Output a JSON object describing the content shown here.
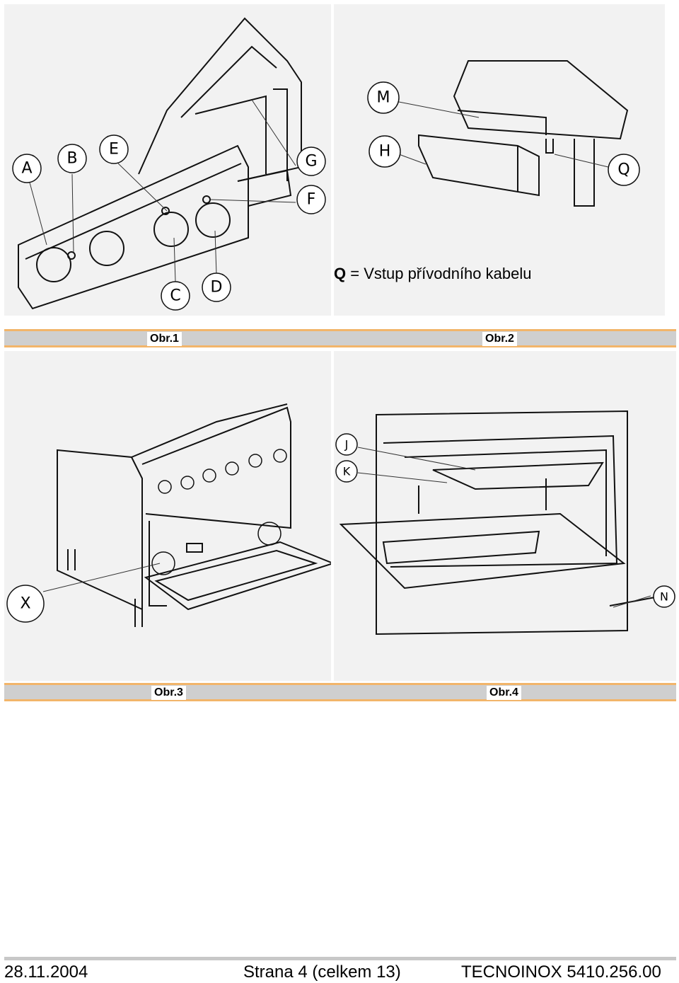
{
  "figures": {
    "fig1": {
      "caption": "Obr.1",
      "labels": [
        "A",
        "B",
        "E",
        "G",
        "F",
        "C",
        "D"
      ]
    },
    "fig2": {
      "caption": "Obr.2",
      "labels": [
        "M",
        "H",
        "Q"
      ]
    },
    "fig3": {
      "caption": "Obr.3",
      "labels": [
        "X"
      ]
    },
    "fig4": {
      "caption": "Obr.4",
      "labels": [
        "J",
        "K",
        "N"
      ]
    }
  },
  "note": {
    "key": "Q",
    "text": " = Vstup přívodního kabelu"
  },
  "footer": {
    "date": "28.11.2004",
    "page": "Strana 4 (celkem 13)",
    "doc": "TECNOINOX 5410.256.00"
  },
  "colors": {
    "accent_line": "#f2b56a",
    "caption_bar": "#cfcfcf",
    "figure_bg": "#f2f2f2"
  }
}
